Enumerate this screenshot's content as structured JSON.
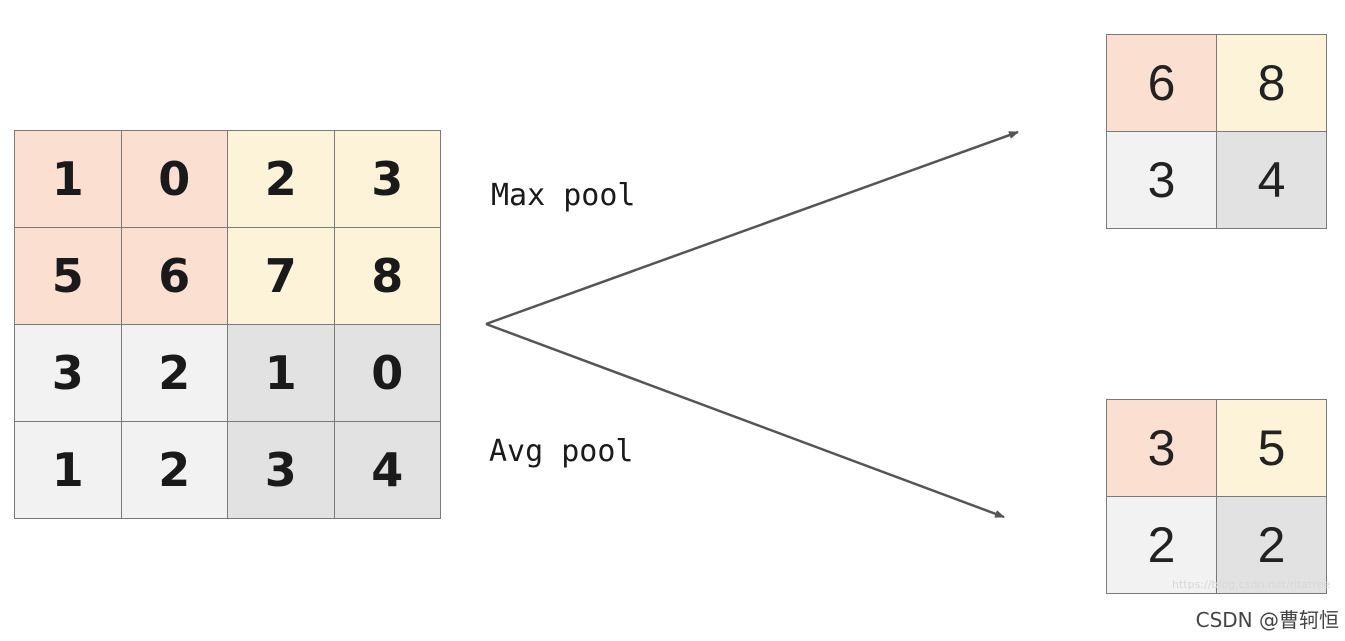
{
  "colors": {
    "orange": "#fbe0d2",
    "yellow": "#fcf3d9",
    "light_gray": "#f2f2f2",
    "mid_gray": "#e2e2e2",
    "arrow": "#555555"
  },
  "input_matrix": {
    "rows": [
      {
        "cells": [
          {
            "v": "1",
            "c": "orange"
          },
          {
            "v": "0",
            "c": "orange"
          },
          {
            "v": "2",
            "c": "yellow"
          },
          {
            "v": "3",
            "c": "yellow"
          }
        ]
      },
      {
        "cells": [
          {
            "v": "5",
            "c": "orange"
          },
          {
            "v": "6",
            "c": "orange"
          },
          {
            "v": "7",
            "c": "yellow"
          },
          {
            "v": "8",
            "c": "yellow"
          }
        ]
      },
      {
        "cells": [
          {
            "v": "3",
            "c": "light_gray"
          },
          {
            "v": "2",
            "c": "light_gray"
          },
          {
            "v": "1",
            "c": "mid_gray"
          },
          {
            "v": "0",
            "c": "mid_gray"
          }
        ]
      },
      {
        "cells": [
          {
            "v": "1",
            "c": "light_gray"
          },
          {
            "v": "2",
            "c": "light_gray"
          },
          {
            "v": "3",
            "c": "mid_gray"
          },
          {
            "v": "4",
            "c": "mid_gray"
          }
        ]
      }
    ]
  },
  "max_pool": {
    "label": "Max pool",
    "rows": [
      {
        "cells": [
          {
            "v": "6",
            "c": "orange"
          },
          {
            "v": "8",
            "c": "yellow"
          }
        ]
      },
      {
        "cells": [
          {
            "v": "3",
            "c": "light_gray"
          },
          {
            "v": "4",
            "c": "mid_gray"
          }
        ]
      }
    ]
  },
  "avg_pool": {
    "label": "Avg pool",
    "rows": [
      {
        "cells": [
          {
            "v": "3",
            "c": "orange"
          },
          {
            "v": "5",
            "c": "yellow"
          }
        ]
      },
      {
        "cells": [
          {
            "v": "2",
            "c": "light_gray"
          },
          {
            "v": "2",
            "c": "mid_gray"
          }
        ]
      }
    ]
  },
  "watermark": "CSDN @曹轲恒",
  "faint_url": "https://blog.csdn.net/ritatree"
}
